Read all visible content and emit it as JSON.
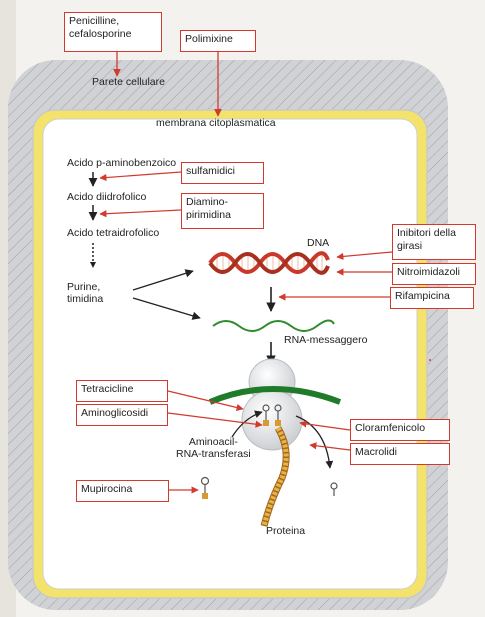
{
  "colors": {
    "cell_wall": "#c7c9cc",
    "membrane": "#f3e36a",
    "drug_box_border": "#d23a2e",
    "arrow_red": "#d23a2e",
    "dna_red": "#c8392b",
    "rna_green": "#2e8b2e",
    "ribosome_green": "#1f7a2a",
    "protein_chain": "#d89a30"
  },
  "drugs": {
    "penicilline": "Penicilline,",
    "cefalosporine": "cefalosporine",
    "polimixine": "Polimixine",
    "sulfamidici": "sulfamidici",
    "diamino_1": "Diamino-",
    "diamino_2": "pirimidina",
    "inibitori_1": "Inibitori della",
    "inibitori_2": "girasi",
    "nitroimidazoli": "Nitroimidazoli",
    "rifampicina": "Rifampicina",
    "tetracicline": "Tetracicline",
    "aminoglicosidi": "Aminoglicosidi",
    "cloramfenicolo": "Cloramfenicolo",
    "macrolidi": "Macrolidi",
    "mupirocina": "Mupirocina"
  },
  "labels": {
    "parete": "Parete cellulare",
    "membrana": "membrana citoplasmatica",
    "acido_pab": "Acido p-aminobenzoico",
    "acido_diidro": "Acido diidrofolico",
    "acido_tetraidro": "Acido tetraidrofolico",
    "purine_1": "Purine,",
    "purine_2": "timidina",
    "dna": "DNA",
    "rna": "RNA-messaggero",
    "aminoacil_1": "Aminoacil-",
    "aminoacil_2": "RNA-transferasi",
    "proteina": "Proteina"
  }
}
